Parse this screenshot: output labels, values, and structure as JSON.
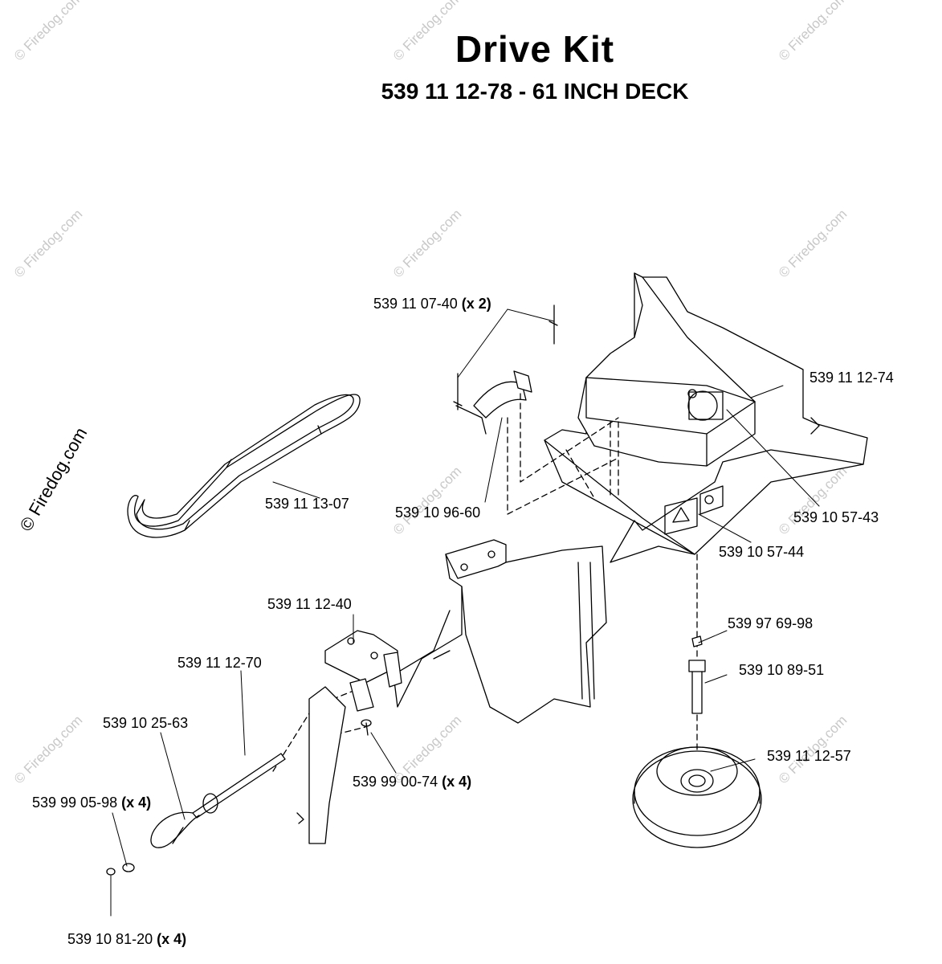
{
  "header": {
    "title": "Drive Kit",
    "subtitle": "539 11 12-78 - 61 INCH DECK"
  },
  "watermark": {
    "text": "© Firedog.com"
  },
  "parts": {
    "pin_clip": {
      "number": "539 11 07-40",
      "qty": "(x 2)"
    },
    "belt_shield": {
      "number": "539 11 12-74"
    },
    "belt": {
      "number": "539 11 13-07"
    },
    "bracket": {
      "number": "539 10 96-60"
    },
    "decal_a": {
      "number": "539 10 57-43"
    },
    "decal_b": {
      "number": "539 10 57-44"
    },
    "mount_plate": {
      "number": "539 11 12-40"
    },
    "nut_top": {
      "number": "539 97 69-98"
    },
    "rod": {
      "number": "539 11 12-70"
    },
    "spacer": {
      "number": "539 10 89-51"
    },
    "lanyard": {
      "number": "539 10 25-63"
    },
    "pulley": {
      "number": "539 11 12-57"
    },
    "bolt": {
      "number": "539 99 00-74",
      "qty": "(x 4)"
    },
    "washer": {
      "number": "539 99 05-98",
      "qty": "(x 4)"
    },
    "locknut": {
      "number": "539 10 81-20",
      "qty": "(x 4)"
    }
  }
}
